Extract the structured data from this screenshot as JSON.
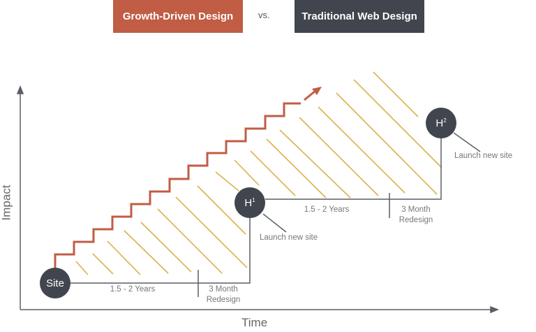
{
  "header": {
    "growth_driven": "Growth-Driven Design",
    "vs": "vs.",
    "traditional": "Traditional Web Design"
  },
  "axes": {
    "x_label": "Time",
    "y_label": "Impact"
  },
  "nodes": {
    "site": "Site",
    "h1_base": "H",
    "h1_sup": "1",
    "h2_base": "H",
    "h2_sup": "2"
  },
  "labels": {
    "period_1": "1.5 - 2 Years",
    "redesign_1_line1": "3 Month",
    "redesign_1_line2": "Redesign",
    "launch_1": "Launch new site",
    "period_2": "1.5 - 2 Years",
    "redesign_2_line1": "3 Month",
    "redesign_2_line2": "Redesign",
    "launch_2": "Launch new site"
  },
  "colors": {
    "growth": "#c05d44",
    "traditional": "#41454d",
    "hatch": "#d9b24c",
    "axis": "#5a5e66"
  }
}
